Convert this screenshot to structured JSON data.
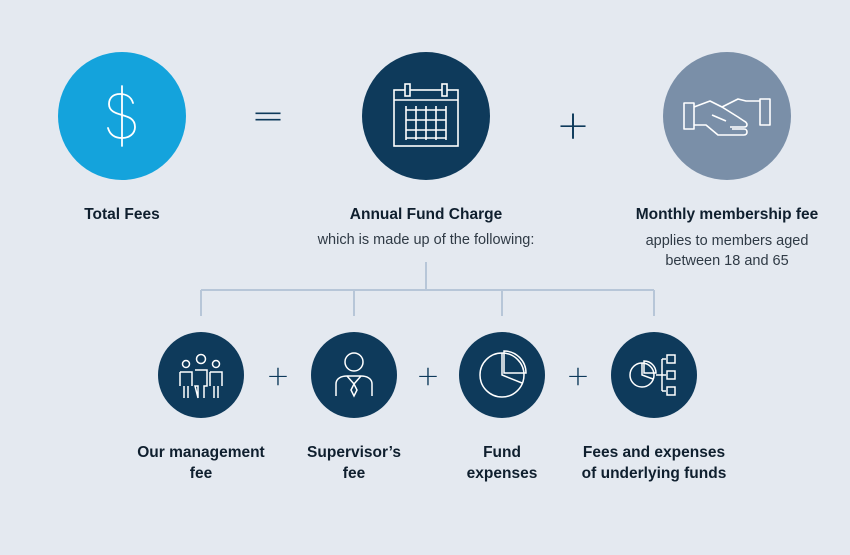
{
  "top": {
    "total": {
      "label": "Total Fees",
      "icon": "dollar-icon",
      "color": "#14a3dc"
    },
    "equals": "=",
    "annual": {
      "label": "Annual Fund Charge",
      "sub": "which is made up of the following:",
      "icon": "calendar-icon",
      "color": "#0e3a5b"
    },
    "plus": "+",
    "membership": {
      "label": "Monthly membership fee",
      "sub_line1": "applies to members aged",
      "sub_line2": "between 18 and 65",
      "icon": "handshake-icon",
      "color": "#7a8fa8"
    }
  },
  "components": [
    {
      "line1": "Our management",
      "line2": "fee",
      "icon": "people-group-icon"
    },
    {
      "line1": "Supervisor’s",
      "line2": "fee",
      "icon": "supervisor-icon"
    },
    {
      "line1": "Fund",
      "line2": "expenses",
      "icon": "pie-chart-icon"
    },
    {
      "line1": "Fees and expenses",
      "line2": "of underlying funds",
      "icon": "pie-list-icon"
    }
  ],
  "plus_sign": "+",
  "colors": {
    "background": "#e4e9f0",
    "navy": "#0e3a5b",
    "connector": "#b7c6d8"
  }
}
